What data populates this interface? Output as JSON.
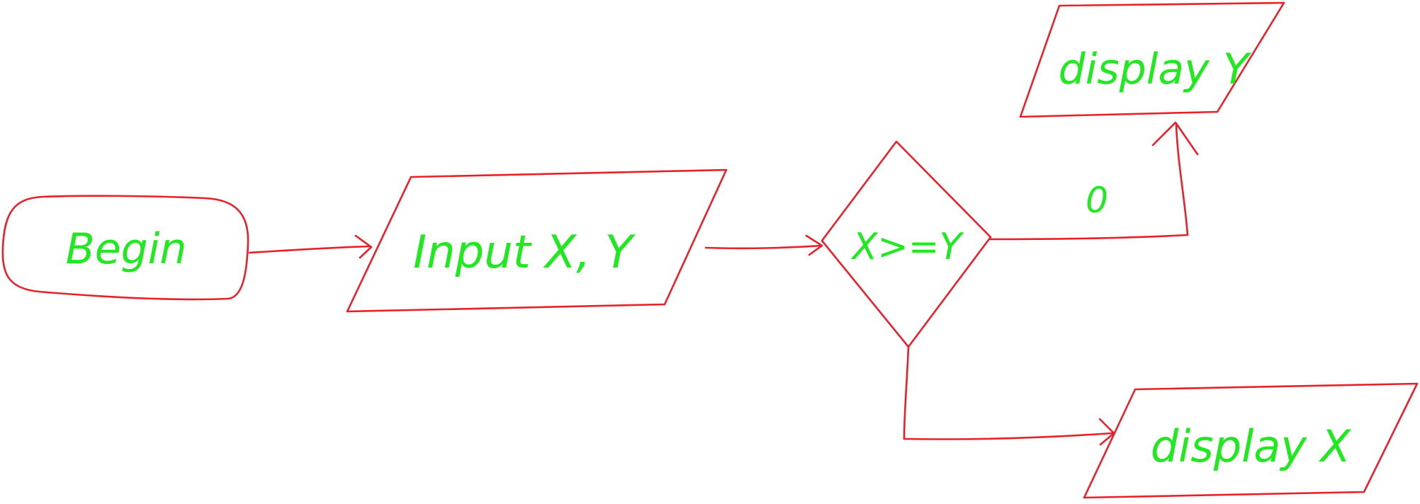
{
  "colors": {
    "stroke": "#e8202a",
    "text": "#22e822",
    "background": "#ffffff"
  },
  "nodes": {
    "begin": {
      "label": "Begin",
      "shape": "terminator"
    },
    "input": {
      "label": "Input X, Y",
      "shape": "parallelogram"
    },
    "decision": {
      "label": "X>=Y",
      "shape": "diamond"
    },
    "display_y": {
      "label": "display Y",
      "shape": "parallelogram"
    },
    "display_x": {
      "label": "display X",
      "shape": "parallelogram"
    }
  },
  "edges": {
    "begin_to_input": {
      "label": ""
    },
    "input_to_decision": {
      "label": ""
    },
    "decision_to_display_y": {
      "label": "0"
    },
    "decision_to_display_x": {
      "label": ""
    }
  }
}
